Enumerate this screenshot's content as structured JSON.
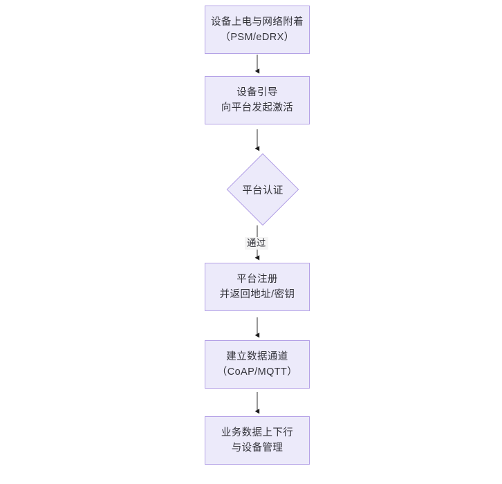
{
  "diagram": {
    "type": "flowchart",
    "orientation": "top-to-bottom",
    "theme": {
      "node_fill": "#ECEAFA",
      "node_border": "#B3A0E6",
      "text_color": "#33333a",
      "edge_color": "#1a1a1a",
      "background": "#ffffff"
    },
    "nodes": [
      {
        "id": "n1",
        "shape": "rectangle",
        "lines": [
          "设备上电与网络附着",
          "（PSM/eDRX）"
        ]
      },
      {
        "id": "n2",
        "shape": "rectangle",
        "lines": [
          "设备引导",
          "向平台发起激活"
        ]
      },
      {
        "id": "n3",
        "shape": "diamond",
        "lines": [
          "平台认证"
        ]
      },
      {
        "id": "n4",
        "shape": "rectangle",
        "lines": [
          "平台注册",
          "并返回地址/密钥"
        ]
      },
      {
        "id": "n5",
        "shape": "rectangle",
        "lines": [
          "建立数据通道",
          "（CoAP/MQTT）"
        ]
      },
      {
        "id": "n6",
        "shape": "rectangle",
        "lines": [
          "业务数据上下行",
          "与设备管理"
        ]
      }
    ],
    "edges": [
      {
        "from": "n1",
        "to": "n2",
        "label": ""
      },
      {
        "from": "n2",
        "to": "n3",
        "label": ""
      },
      {
        "from": "n3",
        "to": "n4",
        "label": "通过"
      },
      {
        "from": "n4",
        "to": "n5",
        "label": ""
      },
      {
        "from": "n5",
        "to": "n6",
        "label": ""
      }
    ]
  }
}
